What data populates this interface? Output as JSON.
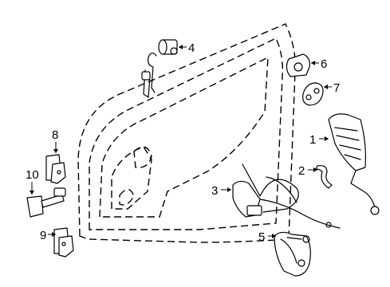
{
  "diagram": {
    "callouts": [
      {
        "id": "1",
        "label": "1",
        "part": "outside-door-handle"
      },
      {
        "id": "2",
        "label": "2",
        "part": "handle-cable-clip"
      },
      {
        "id": "3",
        "label": "3",
        "part": "door-lock-actuator"
      },
      {
        "id": "4",
        "label": "4",
        "part": "lock-cylinder-with-keys"
      },
      {
        "id": "5",
        "label": "5",
        "part": "inside-door-handle"
      },
      {
        "id": "6",
        "label": "6",
        "part": "door-striker"
      },
      {
        "id": "7",
        "label": "7",
        "part": "striker-shim"
      },
      {
        "id": "8",
        "label": "8",
        "part": "upper-hinge"
      },
      {
        "id": "9",
        "label": "9",
        "part": "lower-hinge"
      },
      {
        "id": "10",
        "label": "10",
        "part": "door-check-link"
      }
    ]
  }
}
